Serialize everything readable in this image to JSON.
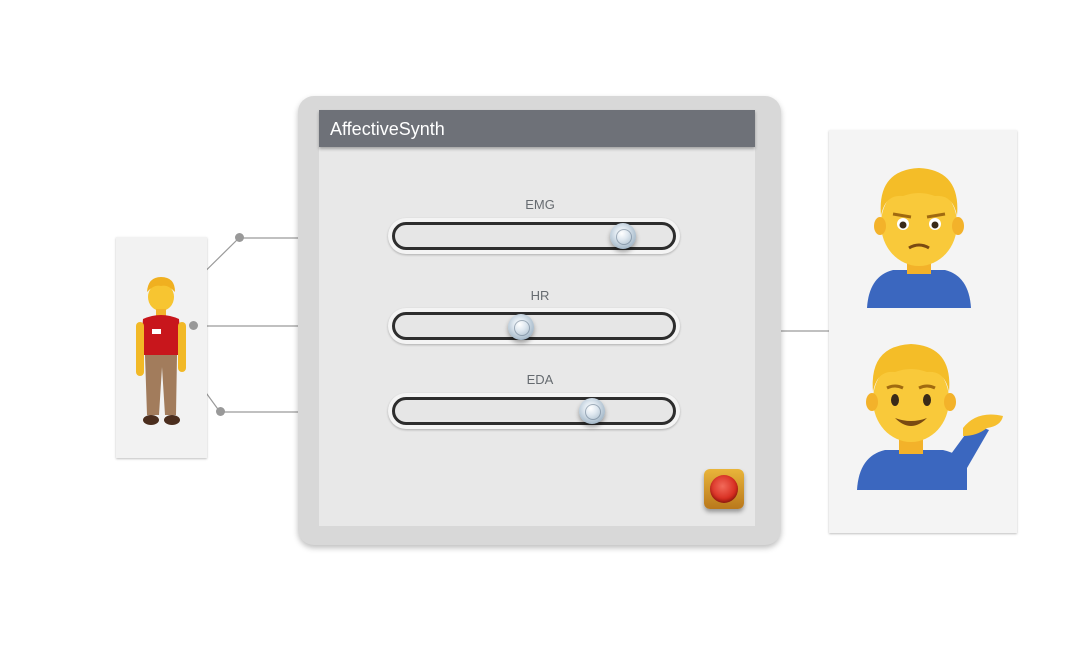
{
  "app": {
    "title": "AffectiveSynth"
  },
  "sliders": [
    {
      "label": "EMG",
      "value": 0.87
    },
    {
      "label": "HR",
      "value": 0.46
    },
    {
      "label": "EDA",
      "value": 0.71
    }
  ],
  "left_figure": {
    "icon": "person-worker-icon"
  },
  "right_figures": [
    {
      "icon": "person-pouting-icon"
    },
    {
      "icon": "person-tipping-hand-icon"
    }
  ],
  "stop_button": {
    "icon": "red-stop-button-icon"
  },
  "colors": {
    "titlebar": "#6e7178",
    "device": "#d8d8d8",
    "panel": "#e8e8e8",
    "connector": "#999999"
  }
}
